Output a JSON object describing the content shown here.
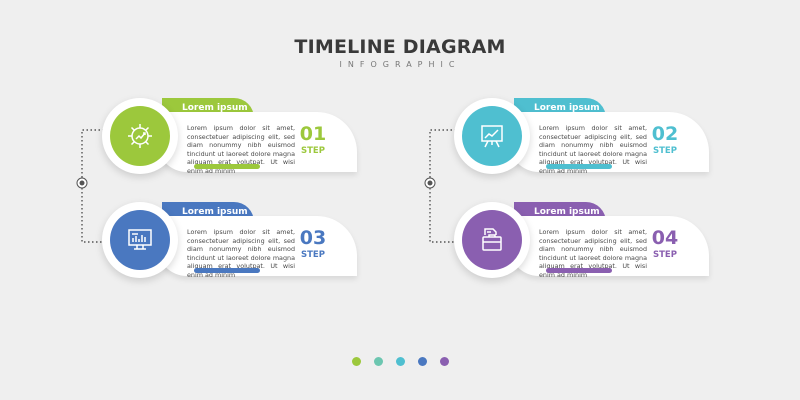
{
  "header": {
    "title": "TIMELINE DIAGRAM",
    "subtitle": "INFOGRAPHIC"
  },
  "steps": [
    {
      "heading": "Lorem ipsum",
      "text": "Lorem ipsum dolor sit amet, consectetuer adipiscing elit, sed diam nonummy nibh euismod tincidunt ut laoreet dolore magna aliquam erat volutpat. Ut wisi enim ad minim",
      "number": "01",
      "step_label": "STEP",
      "color": "#9cc83c",
      "icon": "gear-chart-icon"
    },
    {
      "heading": "Lorem ipsum",
      "text": "Lorem ipsum dolor sit amet, consectetuer adipiscing elit, sed diam nonummy nibh euismod tincidunt ut laoreet dolore magna aliquam erat volutpat. Ut wisi enim ad minim",
      "number": "02",
      "step_label": "STEP",
      "color": "#4fbfd0",
      "icon": "presentation-board-icon"
    },
    {
      "heading": "Lorem ipsum",
      "text": "Lorem ipsum dolor sit amet, consectetuer adipiscing elit, sed diam nonummy nibh euismod tincidunt ut laoreet dolore magna aliquam erat volutpat. Ut wisi enim ad minim",
      "number": "03",
      "step_label": "STEP",
      "color": "#4a78c0",
      "icon": "monitor-analytics-icon"
    },
    {
      "heading": "Lorem ipsum",
      "text": "Lorem ipsum dolor sit amet, consectetuer adipiscing elit, sed diam nonummy nibh euismod tincidunt ut laoreet dolore magna aliquam erat volutpat. Ut wisi enim ad minim",
      "number": "04",
      "step_label": "STEP",
      "color": "#8a5fb0",
      "icon": "briefcase-document-icon"
    }
  ],
  "pagination_dots": [
    "#9cc83c",
    "#6cc6b0",
    "#4fbfd0",
    "#4a78c0",
    "#8a5fb0"
  ]
}
